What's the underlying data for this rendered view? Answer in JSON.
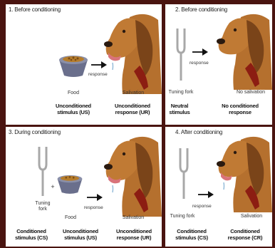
{
  "panels": [
    {
      "title": "1. Before conditioning",
      "stim_label": "Food",
      "response_word": "response",
      "resp_label": "Salivation",
      "left_term": [
        "Unconditioned",
        "stimulus (US)"
      ],
      "right_term": [
        "Unconditioned",
        "response (UR)"
      ]
    },
    {
      "title": "2. Before conditioning",
      "stim_label": "Tuning fork",
      "response_word": "response",
      "resp_label": "No salivation",
      "left_term": [
        "Neutral",
        "stimulus"
      ],
      "right_term": [
        "No conditioned",
        "response"
      ]
    },
    {
      "title": "3. During conditioning",
      "stim_label": [
        "Tuning",
        "fork"
      ],
      "food_label": "Food",
      "plus": "+",
      "response_word": "response",
      "resp_label": "Salivation",
      "left_term": [
        "Conditioned",
        "stimulus (CS)"
      ],
      "mid_term": [
        "Unconditioned",
        "stimulus (US)"
      ],
      "right_term": [
        "Unconditioned",
        "response (UR)"
      ]
    },
    {
      "title": "4. After conditioning",
      "stim_label": "Tuning fork",
      "response_word": "response",
      "resp_label": "Salivation",
      "left_term": [
        "Conditioned",
        "stimulus (CS)"
      ],
      "right_term": [
        "Conditioned",
        "response (CR)"
      ]
    }
  ],
  "colors": {
    "dog": "#b5702e",
    "dog_dark": "#7a4419",
    "collar": "#8c1d12",
    "bowl": "#6a6f8c",
    "kibble": "#b67d2b",
    "border": "#4a1410"
  }
}
